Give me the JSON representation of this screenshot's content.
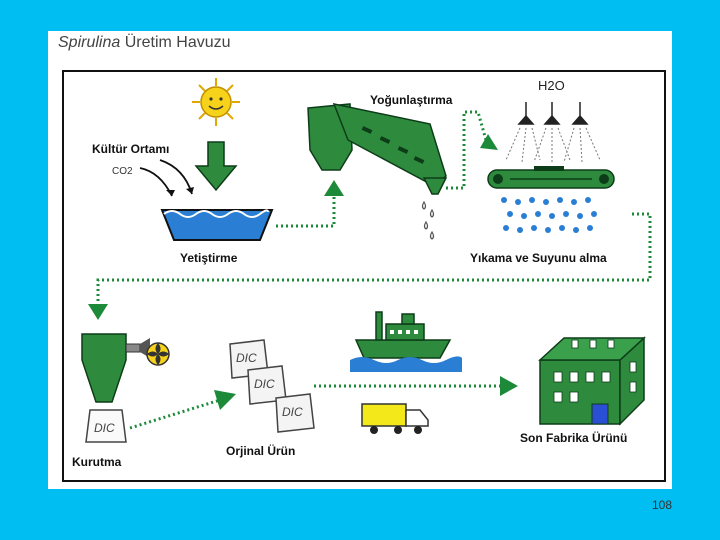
{
  "title": {
    "italic": "Spirulina",
    "rest": " Üretim Havuzu"
  },
  "labels": {
    "culture_medium": "Kültür Ortamı",
    "co2": "CO2",
    "cultivation": "Yetiştirme",
    "concentration": "Yoğunlaştırma",
    "water": "H2O",
    "washing": "Yıkama ve Suyunu alma",
    "drying": "Kurutma",
    "original_product": "Orjinal Ürün",
    "factory_product": "Son Fabrika Ürünü",
    "bag_brand": "DIC"
  },
  "page_number": "108",
  "colors": {
    "background": "#00bdf2",
    "green": "#2e8b3e",
    "water": "#2a7fd4",
    "sun": "#f7d21a",
    "truck": "#f2e81a"
  },
  "icons": [
    "sun-icon",
    "ship-icon",
    "truck-icon",
    "factory-icon",
    "fan-icon"
  ]
}
